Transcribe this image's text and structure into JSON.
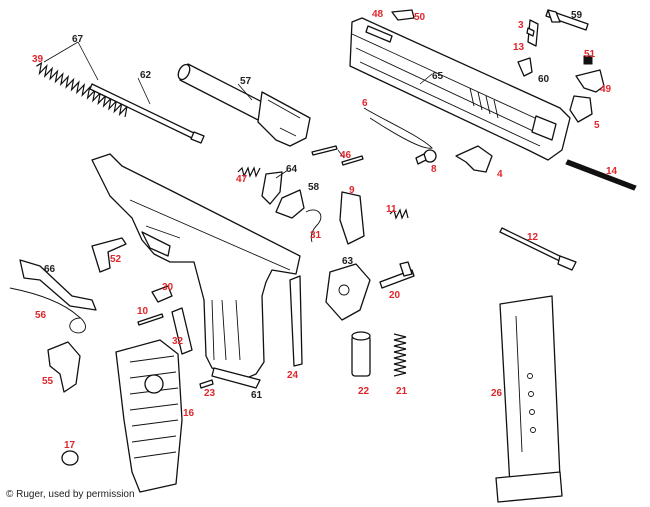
{
  "credit": "© Ruger, used by permission",
  "colors": {
    "highlight_label": "#e0262b",
    "standard_label": "#222222",
    "line_art": "#111111"
  },
  "callouts": [
    {
      "id": "48",
      "num": "48",
      "color": "red"
    },
    {
      "id": "50",
      "num": "50",
      "color": "red"
    },
    {
      "id": "3",
      "num": "3",
      "color": "red"
    },
    {
      "id": "59",
      "num": "59",
      "color": "black"
    },
    {
      "id": "13",
      "num": "13",
      "color": "red"
    },
    {
      "id": "51",
      "num": "51",
      "color": "red"
    },
    {
      "id": "60",
      "num": "60",
      "color": "black"
    },
    {
      "id": "65",
      "num": "65",
      "color": "black"
    },
    {
      "id": "49",
      "num": "49",
      "color": "red"
    },
    {
      "id": "6",
      "num": "6",
      "color": "red"
    },
    {
      "id": "5",
      "num": "5",
      "color": "red"
    },
    {
      "id": "8",
      "num": "8",
      "color": "red"
    },
    {
      "id": "4",
      "num": "4",
      "color": "red"
    },
    {
      "id": "14",
      "num": "14",
      "color": "red"
    },
    {
      "id": "67",
      "num": "67",
      "color": "black"
    },
    {
      "id": "39",
      "num": "39",
      "color": "red"
    },
    {
      "id": "62",
      "num": "62",
      "color": "black"
    },
    {
      "id": "57",
      "num": "57",
      "color": "black"
    },
    {
      "id": "46",
      "num": "46",
      "color": "red"
    },
    {
      "id": "47",
      "num": "47",
      "color": "red"
    },
    {
      "id": "64",
      "num": "64",
      "color": "black"
    },
    {
      "id": "58",
      "num": "58",
      "color": "black"
    },
    {
      "id": "9",
      "num": "9",
      "color": "red"
    },
    {
      "id": "11",
      "num": "11",
      "color": "red"
    },
    {
      "id": "31",
      "num": "31",
      "color": "red"
    },
    {
      "id": "12",
      "num": "12",
      "color": "red"
    },
    {
      "id": "52",
      "num": "52",
      "color": "red"
    },
    {
      "id": "66",
      "num": "66",
      "color": "black"
    },
    {
      "id": "63",
      "num": "63",
      "color": "black"
    },
    {
      "id": "30",
      "num": "30",
      "color": "red"
    },
    {
      "id": "20",
      "num": "20",
      "color": "red"
    },
    {
      "id": "10",
      "num": "10",
      "color": "red"
    },
    {
      "id": "56",
      "num": "56",
      "color": "red"
    },
    {
      "id": "32",
      "num": "32",
      "color": "red"
    },
    {
      "id": "24",
      "num": "24",
      "color": "red"
    },
    {
      "id": "55",
      "num": "55",
      "color": "red"
    },
    {
      "id": "23",
      "num": "23",
      "color": "red"
    },
    {
      "id": "22",
      "num": "22",
      "color": "red"
    },
    {
      "id": "21",
      "num": "21",
      "color": "red"
    },
    {
      "id": "26",
      "num": "26",
      "color": "red"
    },
    {
      "id": "61",
      "num": "61",
      "color": "black"
    },
    {
      "id": "16",
      "num": "16",
      "color": "red"
    },
    {
      "id": "17",
      "num": "17",
      "color": "red"
    }
  ]
}
